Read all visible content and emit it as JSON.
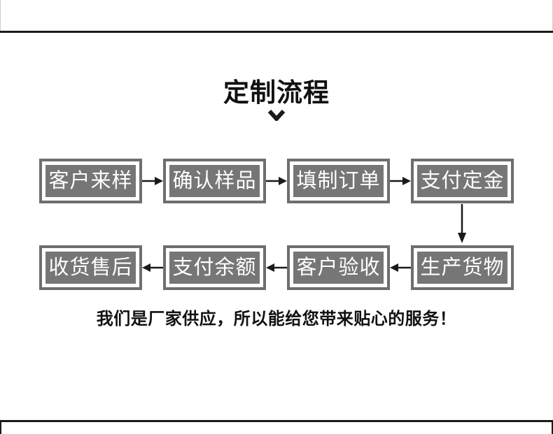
{
  "title": "定制流程",
  "flow": {
    "row1": [
      "客户来样",
      "确认样品",
      "填制订单",
      "支付定金"
    ],
    "row2": [
      "收货售后",
      "支付余额",
      "客户验收",
      "生产货物"
    ]
  },
  "slogan": "我们是厂家供应，所以能给您带来贴心的服务！",
  "icons": {
    "title_pointer": "chevron-down",
    "row1_connector": "arrow-right",
    "row2_connector": "arrow-left",
    "inter_row_connector": "arrow-down"
  },
  "colors": {
    "box_border": "#6e6e6e",
    "box_fill": "#767676",
    "box_text": "#ffffff",
    "arrow": "#1a1a1a",
    "divider": "#1a1a1a",
    "page_edge": "#cccccc",
    "text": "#111111",
    "background": "#ffffff"
  }
}
